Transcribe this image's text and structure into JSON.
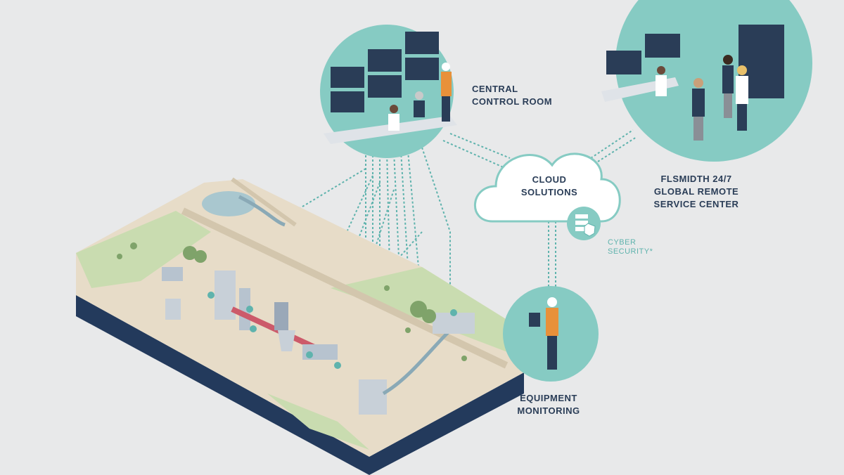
{
  "labels": {
    "control_room": [
      "CENTRAL",
      "CONTROL  ROOM"
    ],
    "cloud": [
      "CLOUD",
      "SOLUTIONS"
    ],
    "remote_center": [
      "FLSMIDTH  24/7",
      "GLOBAL  REMOTE",
      "SERVICE  CENTER"
    ],
    "cyber_security": [
      "CYBER",
      "SECURITY*"
    ],
    "equipment": [
      "EQUIPMENT",
      "MONITORING"
    ]
  },
  "colors": {
    "background": "#e8e9ea",
    "teal_circle": "#86cbc3",
    "teal_dark": "#5fb3ad",
    "navy": "#2a3d57",
    "sand": "#e7dcc8",
    "grass": "#c9dcb0",
    "base_side": "#233a5c"
  },
  "icons": [
    "cloud-icon",
    "server-shield-icon",
    "worker-tablet-icon",
    "monitor-wall-icon"
  ]
}
